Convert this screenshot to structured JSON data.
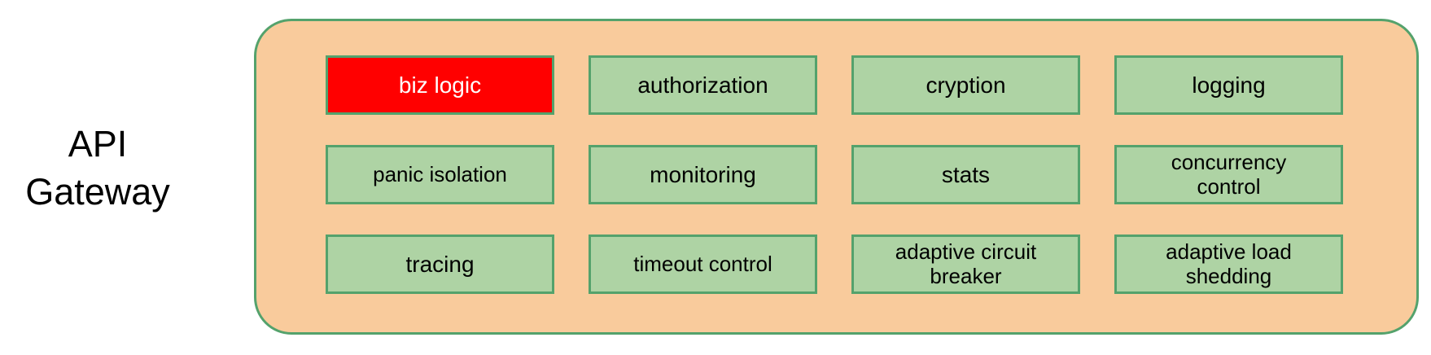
{
  "gateway": {
    "title": "API\nGateway"
  },
  "cells": [
    {
      "label": "biz logic",
      "highlight": true
    },
    {
      "label": "authorization"
    },
    {
      "label": "cryption"
    },
    {
      "label": "logging"
    },
    {
      "label": "panic isolation"
    },
    {
      "label": "monitoring"
    },
    {
      "label": "stats"
    },
    {
      "label": "concurrency\ncontrol"
    },
    {
      "label": "tracing"
    },
    {
      "label": "timeout control"
    },
    {
      "label": "adaptive circuit\nbreaker"
    },
    {
      "label": "adaptive load\nshedding"
    }
  ],
  "colors": {
    "page_background": "#FFFFFF",
    "container_fill": "#F9CB9C",
    "border_green": "#54A26C",
    "cell_fill": "#AED3A4",
    "highlight_fill": "#FF0000",
    "highlight_text": "#FFFFFF",
    "text": "#000000"
  }
}
